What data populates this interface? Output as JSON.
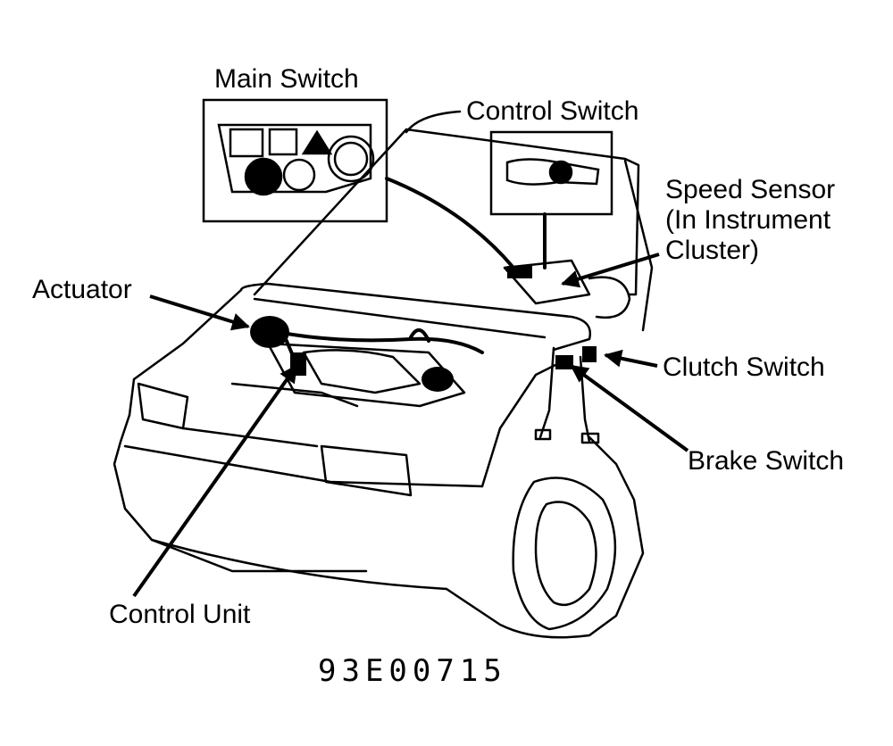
{
  "labels": {
    "main_switch": "Main Switch",
    "control_switch": "Control Switch",
    "speed_sensor": "Speed Sensor (In Instrument Cluster)",
    "actuator": "Actuator",
    "clutch_switch": "Clutch Switch",
    "brake_switch": "Brake Switch",
    "control_unit": "Control Unit"
  },
  "figure_code": "93E00715",
  "colors": {
    "ink": "#000000",
    "paper": "#ffffff"
  }
}
